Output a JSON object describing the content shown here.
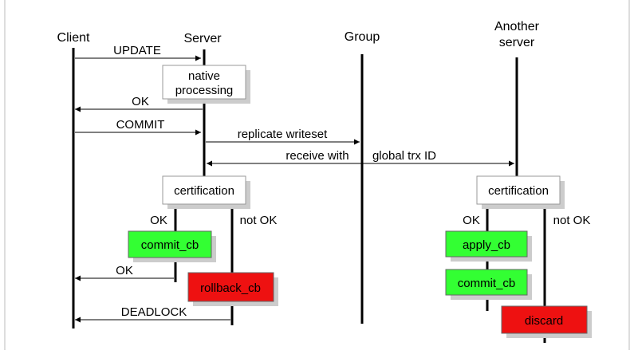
{
  "actors": {
    "client": "Client",
    "server": "Server",
    "group": "Group",
    "another_server_line1": "Another",
    "another_server_line2": "server"
  },
  "messages": {
    "update": "UPDATE",
    "ok_1": "OK",
    "commit": "COMMIT",
    "replicate_writeset": "replicate writeset",
    "receive_with": "receive with",
    "global_trx_id": "global trx ID",
    "ok_2": "OK",
    "deadlock": "DEADLOCK"
  },
  "boxes": {
    "native_processing_line1": "native",
    "native_processing_line2": "processing",
    "certification_server": "certification",
    "certification_another": "certification",
    "commit_cb_server": "commit_cb",
    "rollback_cb": "rollback_cb",
    "apply_cb": "apply_cb",
    "commit_cb_another": "commit_cb",
    "discard": "discard"
  },
  "branches": {
    "server_ok": "OK",
    "server_not_ok": "not OK",
    "another_ok": "OK",
    "another_not_ok": "not OK"
  },
  "colors": {
    "success_box": "#33ff33",
    "failure_box": "#ee1111",
    "neutral_box": "#ffffff",
    "shadow": "#cccccc",
    "line": "#000000"
  }
}
